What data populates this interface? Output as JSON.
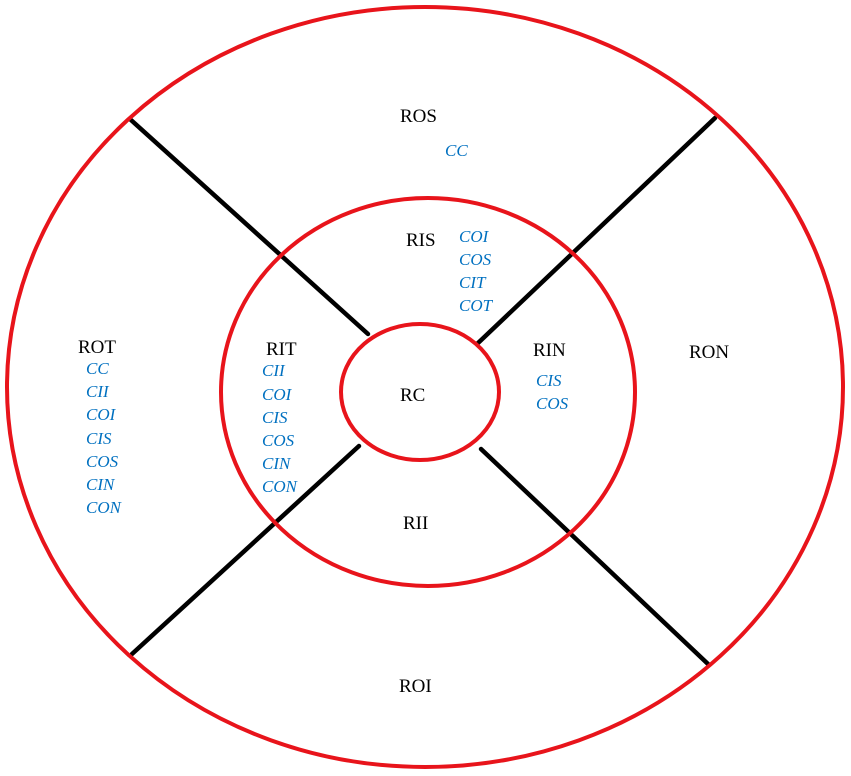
{
  "colors": {
    "ring": "#e8141b",
    "divider": "#000000",
    "region_label": "#000000",
    "sub_label": "#0070c0"
  },
  "regions": {
    "ros": {
      "name": "ROS",
      "items": [
        "CC"
      ]
    },
    "ris": {
      "name": "RIS",
      "items": [
        "COI",
        "COS",
        "CIT",
        "COT"
      ]
    },
    "rot": {
      "name": "ROT",
      "items": [
        "CC",
        "CII",
        "COI",
        "CIS",
        "COS",
        "CIN",
        "CON"
      ]
    },
    "rit": {
      "name": "RIT",
      "items": [
        "CII",
        "COI",
        "CIS",
        "COS",
        "CIN",
        "CON"
      ]
    },
    "rc": {
      "name": "RC"
    },
    "rin": {
      "name": "RIN",
      "items": [
        "CIS",
        "COS"
      ]
    },
    "ron": {
      "name": "RON"
    },
    "rii": {
      "name": "RII"
    },
    "roi": {
      "name": "ROI"
    }
  }
}
